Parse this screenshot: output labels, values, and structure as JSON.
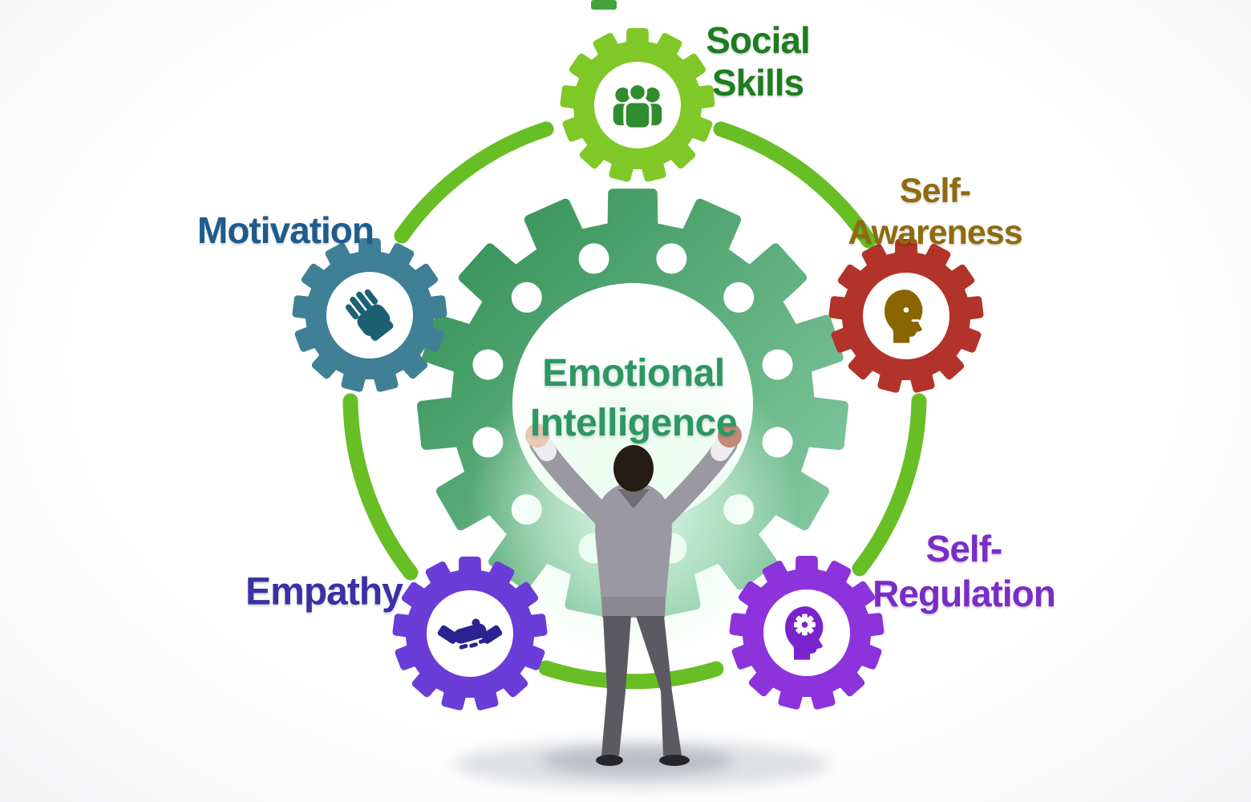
{
  "diagram": {
    "title": "Emotional Intelligence",
    "center": {
      "label": "Emotional\nIntelligence",
      "text_color": "#2e9663",
      "gear_color_dark": "#2e8d50",
      "gear_color_light": "#8ed0ab"
    },
    "ring_color": "#67be25",
    "factors": [
      {
        "name": "social-skills",
        "label": "Social\nSkills",
        "text_color": "#1e7d1e",
        "gear_color": "#80c828",
        "icon": "people-group-icon",
        "icon_color": "#2f8c2f"
      },
      {
        "name": "motivation",
        "label": "Motivation",
        "text_color": "#1e5c8d",
        "gear_color": "#3f8096",
        "icon": "fist-icon",
        "icon_color": "#1d6074"
      },
      {
        "name": "self-awareness",
        "label": "Self-\nAwareness",
        "text_color": "#8f6b0e",
        "gear_color": "#b23329",
        "icon": "head-profile-icon",
        "icon_color": "#8a6500"
      },
      {
        "name": "self-regulation",
        "label": "Self-\nRegulation",
        "text_color": "#7a2cc8",
        "gear_color": "#8c33dc",
        "icon": "head-gear-icon",
        "icon_color": "#7a22cc"
      },
      {
        "name": "empathy",
        "label": "Empathy",
        "text_color": "#3a31a5",
        "gear_color": "#6a3cd8",
        "icon": "handshake-icon",
        "icon_color": "#2a2290"
      }
    ],
    "figure": {
      "name": "businessman-with-raised-arms",
      "suit_color": "#9a98a0"
    }
  }
}
